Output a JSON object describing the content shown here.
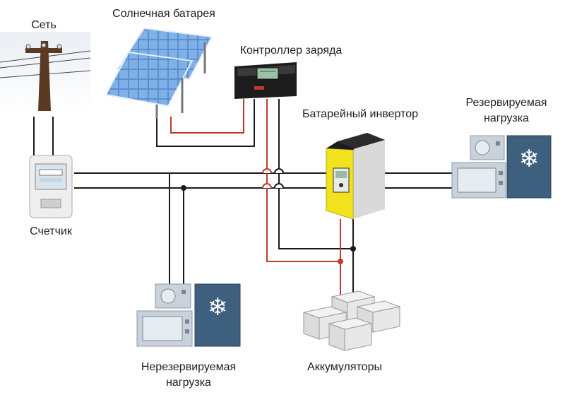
{
  "labels": {
    "grid": "Сеть",
    "solar_panel": "Солнечная батарея",
    "charge_controller": "Контроллер заряда",
    "meter": "Счетчик",
    "battery_inverter": "Батарейный инвертор",
    "reserved_load_line1": "Резервируемая",
    "reserved_load_line2": "нагрузка",
    "unreserved_load_line1": "Нерезервируемая",
    "unreserved_load_line2": "нагрузка",
    "batteries": "Аккумуляторы"
  },
  "colors": {
    "wire_black": "#1a1a1a",
    "wire_red": "#c0392b",
    "panel_blue": "#5b8fd0",
    "inverter_yellow": "#f2e21e",
    "appliance_gray": "#c9d2da",
    "fridge_blue": "#3f5f7e"
  },
  "icons": [
    "power-pole-icon",
    "solar-panel-icon",
    "charge-controller-icon",
    "electric-meter-icon",
    "inverter-icon",
    "appliance-icon",
    "snowflake-icon",
    "battery-icon"
  ]
}
